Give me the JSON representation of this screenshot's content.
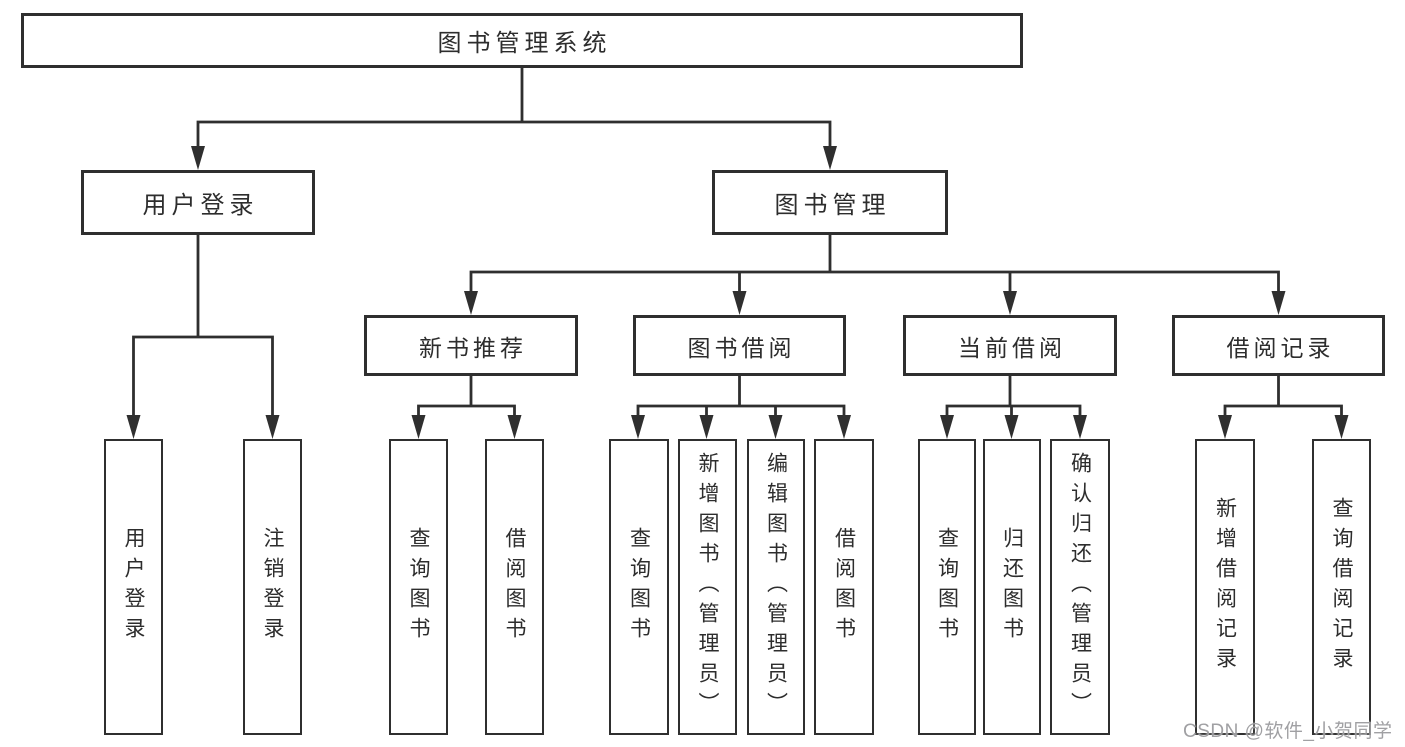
{
  "diagram": {
    "type": "tree",
    "root": {
      "label": "图书管理系统"
    },
    "level2": [
      {
        "label": "用户登录"
      },
      {
        "label": "图书管理"
      }
    ],
    "level3": [
      {
        "label": "新书推荐",
        "parent": "图书管理"
      },
      {
        "label": "图书借阅",
        "parent": "图书管理"
      },
      {
        "label": "当前借阅",
        "parent": "图书管理"
      },
      {
        "label": "借阅记录",
        "parent": "图书管理"
      }
    ],
    "leaves": [
      {
        "label": "用户登录",
        "parent": "用户登录"
      },
      {
        "label": "注销登录",
        "parent": "用户登录"
      },
      {
        "label": "查询图书",
        "parent": "新书推荐"
      },
      {
        "label": "借阅图书",
        "parent": "新书推荐"
      },
      {
        "label": "查询图书",
        "parent": "图书借阅"
      },
      {
        "label": "新增图书（管理员）",
        "parent": "图书借阅"
      },
      {
        "label": "编辑图书（管理员）",
        "parent": "图书借阅"
      },
      {
        "label": "借阅图书",
        "parent": "图书借阅"
      },
      {
        "label": "查询图书",
        "parent": "当前借阅"
      },
      {
        "label": "归还图书",
        "parent": "当前借阅"
      },
      {
        "label": "确认归还（管理员）",
        "parent": "当前借阅"
      },
      {
        "label": "新增借阅记录",
        "parent": "借阅记录"
      },
      {
        "label": "查询借阅记录",
        "parent": "借阅记录"
      }
    ]
  },
  "watermark": {
    "text": "CSDN @软件_小贺同学",
    "color": "#9b9b9e"
  },
  "colors": {
    "line": "#2f2f2f",
    "box_border": "#2f2f2f",
    "text": "#2d2d2d",
    "background": "#ffffff"
  }
}
